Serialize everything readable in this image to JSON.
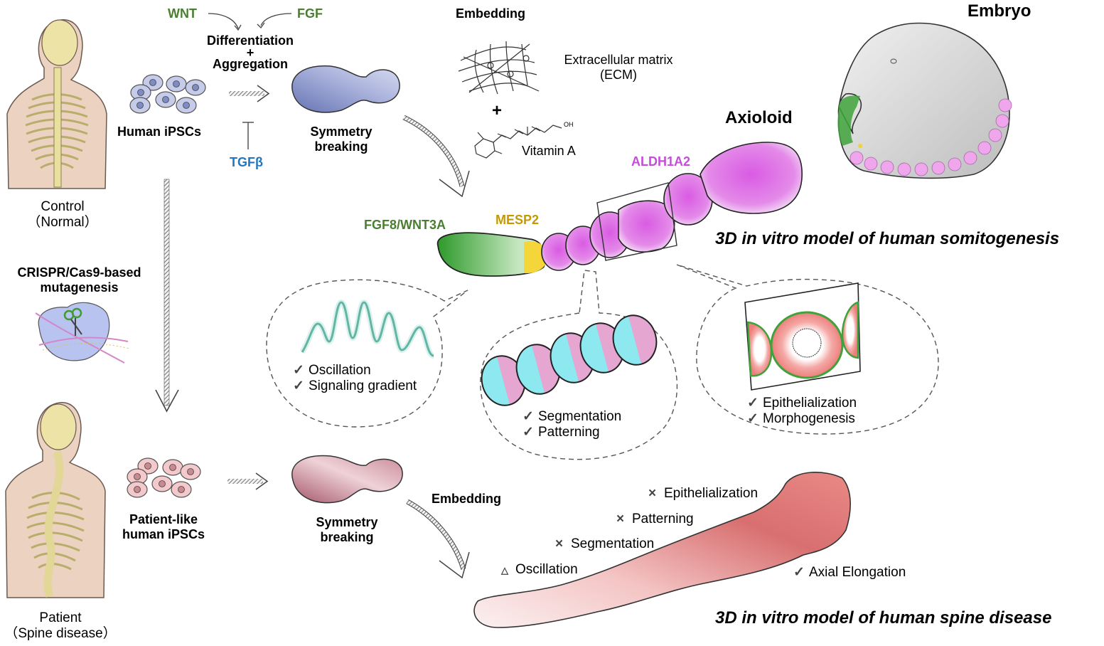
{
  "colors": {
    "green_label": "#4a7f32",
    "blue_label": "#1f78c0",
    "mesp2_label": "#c49a00",
    "aldh_label": "#c34fd6",
    "ipsc_blue": "#9ea9d6",
    "ipsc_pink": "#efb8bd",
    "aggregate_blue": "#8a96c8",
    "aggregate_pink": "#c7808f",
    "segment_magenta": "#e07ae8",
    "segment_green": "#3ea23a",
    "mesp2_yellow": "#f5d63a",
    "oscillation_teal": "#2f9b86",
    "stripe_cyan": "#8ee8f0",
    "stripe_pink": "#e8a5d0",
    "disease_red": "#e27878"
  },
  "control": {
    "label_line1": "Control",
    "label_line2": "（Normal）"
  },
  "patient": {
    "label_line1": "Patient",
    "label_line2": "（Spine disease）"
  },
  "top_row": {
    "wnt": "WNT",
    "fgf": "FGF",
    "process_line1": "Differentiation",
    "process_plus": "+",
    "process_line2": "Aggregation",
    "inhibitor": "TGFβ",
    "cells_label": "Human iPSCs",
    "aggregate_label_line1": "Symmetry",
    "aggregate_label_line2": "breaking"
  },
  "embedding": {
    "title": "Embedding",
    "ecm_line1": "Extracellular matrix",
    "ecm_line2": "(ECM)",
    "plus": "+",
    "vitamin": "Vitamin A",
    "oh": "OH"
  },
  "axioloid": {
    "title": "Axioloid",
    "gene_posterior": "FGF8/WNT3A",
    "gene_mesp2": "MESP2",
    "gene_aldh": "ALDH1A2",
    "model_title": "3D in vitro model of human somitogenesis"
  },
  "embryo": {
    "title": "Embryo"
  },
  "crispr": {
    "line1": "CRISPR/Cas9-based",
    "line2": "mutagenesis"
  },
  "bubbles": [
    {
      "items": [
        {
          "mark": "✓",
          "text": "Oscillation"
        },
        {
          "mark": "✓",
          "text": "Signaling gradient"
        }
      ]
    },
    {
      "items": [
        {
          "mark": "✓",
          "text": "Segmentation"
        },
        {
          "mark": "✓",
          "text": "Patterning"
        }
      ]
    },
    {
      "items": [
        {
          "mark": "✓",
          "text": "Epithelialization"
        },
        {
          "mark": "✓",
          "text": "Morphogenesis"
        }
      ]
    }
  ],
  "bottom_row": {
    "cells_label_line1": "Patient-like",
    "cells_label_line2": "human iPSCs",
    "aggregate_label_line1": "Symmetry",
    "aggregate_label_line2": "breaking",
    "embedding": "Embedding",
    "phenotypes": [
      {
        "mark": "×",
        "text": "Epithelialization"
      },
      {
        "mark": "×",
        "text": "Patterning"
      },
      {
        "mark": "×",
        "text": "Segmentation"
      },
      {
        "mark": "△",
        "text": "Oscillation"
      },
      {
        "mark": "✓",
        "text": "Axial Elongation"
      }
    ],
    "model_title": "3D in vitro model of human spine disease"
  }
}
